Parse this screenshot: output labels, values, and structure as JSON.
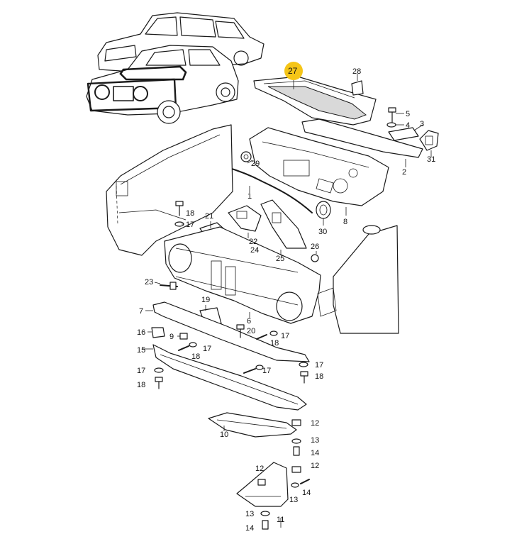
{
  "highlight_color": "#f5c518",
  "callouts": [
    {
      "id": "c27",
      "text": "27",
      "highlighted": true
    },
    {
      "id": "c28",
      "text": "28"
    },
    {
      "id": "c5",
      "text": "5"
    },
    {
      "id": "c4",
      "text": "4"
    },
    {
      "id": "c3",
      "text": "3"
    },
    {
      "id": "c31",
      "text": "31"
    },
    {
      "id": "c2",
      "text": "2"
    },
    {
      "id": "c29",
      "text": "29"
    },
    {
      "id": "c1",
      "text": "1"
    },
    {
      "id": "c8",
      "text": "8"
    },
    {
      "id": "c30",
      "text": "30"
    },
    {
      "id": "c18a",
      "text": "18"
    },
    {
      "id": "c17a",
      "text": "17"
    },
    {
      "id": "c21",
      "text": "21"
    },
    {
      "id": "c22",
      "text": "22"
    },
    {
      "id": "c24",
      "text": "24"
    },
    {
      "id": "c25",
      "text": "25"
    },
    {
      "id": "c26",
      "text": "26"
    },
    {
      "id": "c23",
      "text": "23"
    },
    {
      "id": "c19",
      "text": "19"
    },
    {
      "id": "c7",
      "text": "7"
    },
    {
      "id": "c6",
      "text": "6"
    },
    {
      "id": "c16",
      "text": "16"
    },
    {
      "id": "c9",
      "text": "9"
    },
    {
      "id": "c20",
      "text": "20"
    },
    {
      "id": "c17b",
      "text": "17"
    },
    {
      "id": "c18b",
      "text": "18"
    },
    {
      "id": "c17c",
      "text": "17"
    },
    {
      "id": "c18c",
      "text": "18"
    },
    {
      "id": "c15",
      "text": "15"
    },
    {
      "id": "c17d",
      "text": "17"
    },
    {
      "id": "c18d",
      "text": "18"
    },
    {
      "id": "c17e",
      "text": "17"
    },
    {
      "id": "c17f",
      "text": "17"
    },
    {
      "id": "c18e",
      "text": "18"
    },
    {
      "id": "c12a",
      "text": "12"
    },
    {
      "id": "c10",
      "text": "10"
    },
    {
      "id": "c13a",
      "text": "13"
    },
    {
      "id": "c14a",
      "text": "14"
    },
    {
      "id": "c12b",
      "text": "12"
    },
    {
      "id": "c12c",
      "text": "12"
    },
    {
      "id": "c14b",
      "text": "14"
    },
    {
      "id": "c13b",
      "text": "13"
    },
    {
      "id": "c11",
      "text": "11"
    },
    {
      "id": "c13c",
      "text": "13"
    },
    {
      "id": "c14c",
      "text": "14"
    }
  ]
}
